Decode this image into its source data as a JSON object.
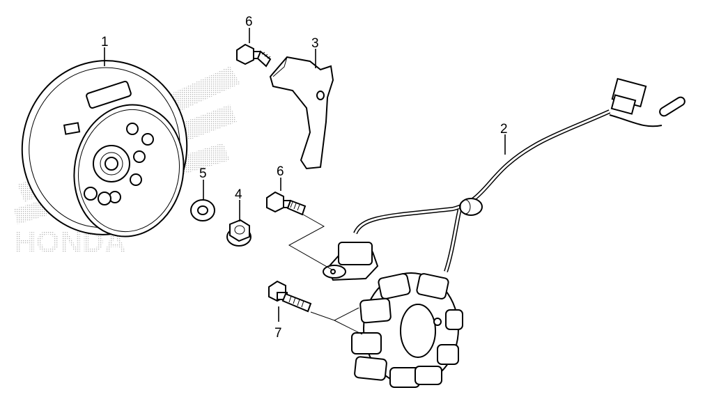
{
  "callouts": {
    "c1": "1",
    "c2": "2",
    "c3": "3",
    "c4": "4",
    "c5": "5",
    "c6a": "6",
    "c6b": "6",
    "c7": "7"
  },
  "watermark_text": "HONDA",
  "colors": {
    "line": "#000000",
    "background": "#ffffff",
    "watermark_dots": "#b5b5b5"
  }
}
